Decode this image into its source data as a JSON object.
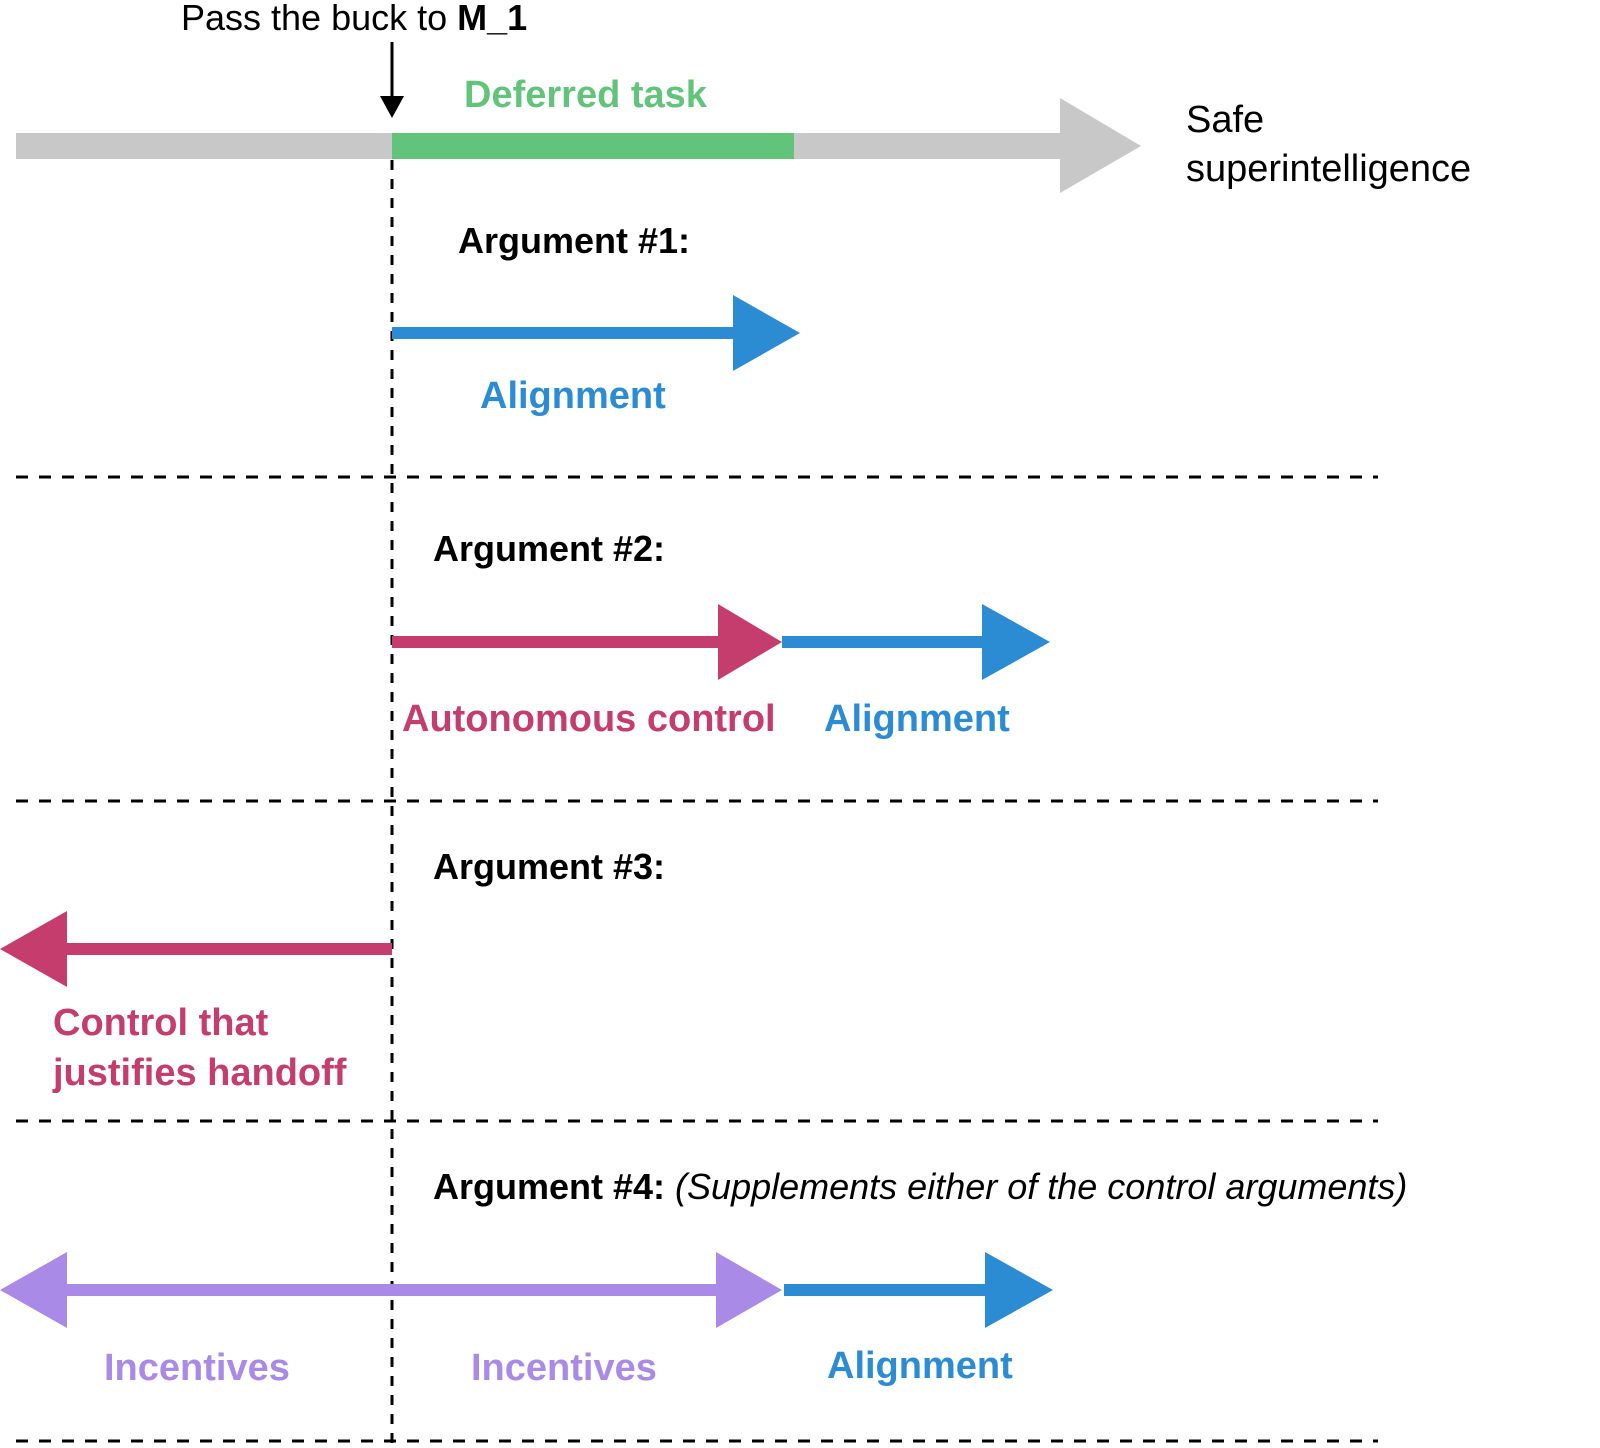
{
  "top": {
    "pointer_prefix": "Pass the buck to ",
    "pointer_model": "M_1",
    "deferred_label": "Deferred task",
    "goal_line1": "Safe",
    "goal_line2": "superintelligence"
  },
  "arguments": [
    {
      "title": "Argument #1:",
      "labels": [
        "Alignment"
      ]
    },
    {
      "title": "Argument #2:",
      "labels": [
        "Autonomous control",
        "Alignment"
      ]
    },
    {
      "title": "Argument #3:",
      "labels": [
        "Control that",
        "justifies handoff"
      ]
    },
    {
      "title": "Argument #4:",
      "note": "(Supplements either of the control arguments)",
      "labels": [
        "Incentives",
        "Incentives",
        "Alignment"
      ]
    }
  ],
  "colors": {
    "timeline": "#c8c8c8",
    "deferred": "#62c47a",
    "alignment": "#2b8bd3",
    "control": "#c43d6c",
    "incentives": "#a98ae6",
    "text": "#000000"
  }
}
